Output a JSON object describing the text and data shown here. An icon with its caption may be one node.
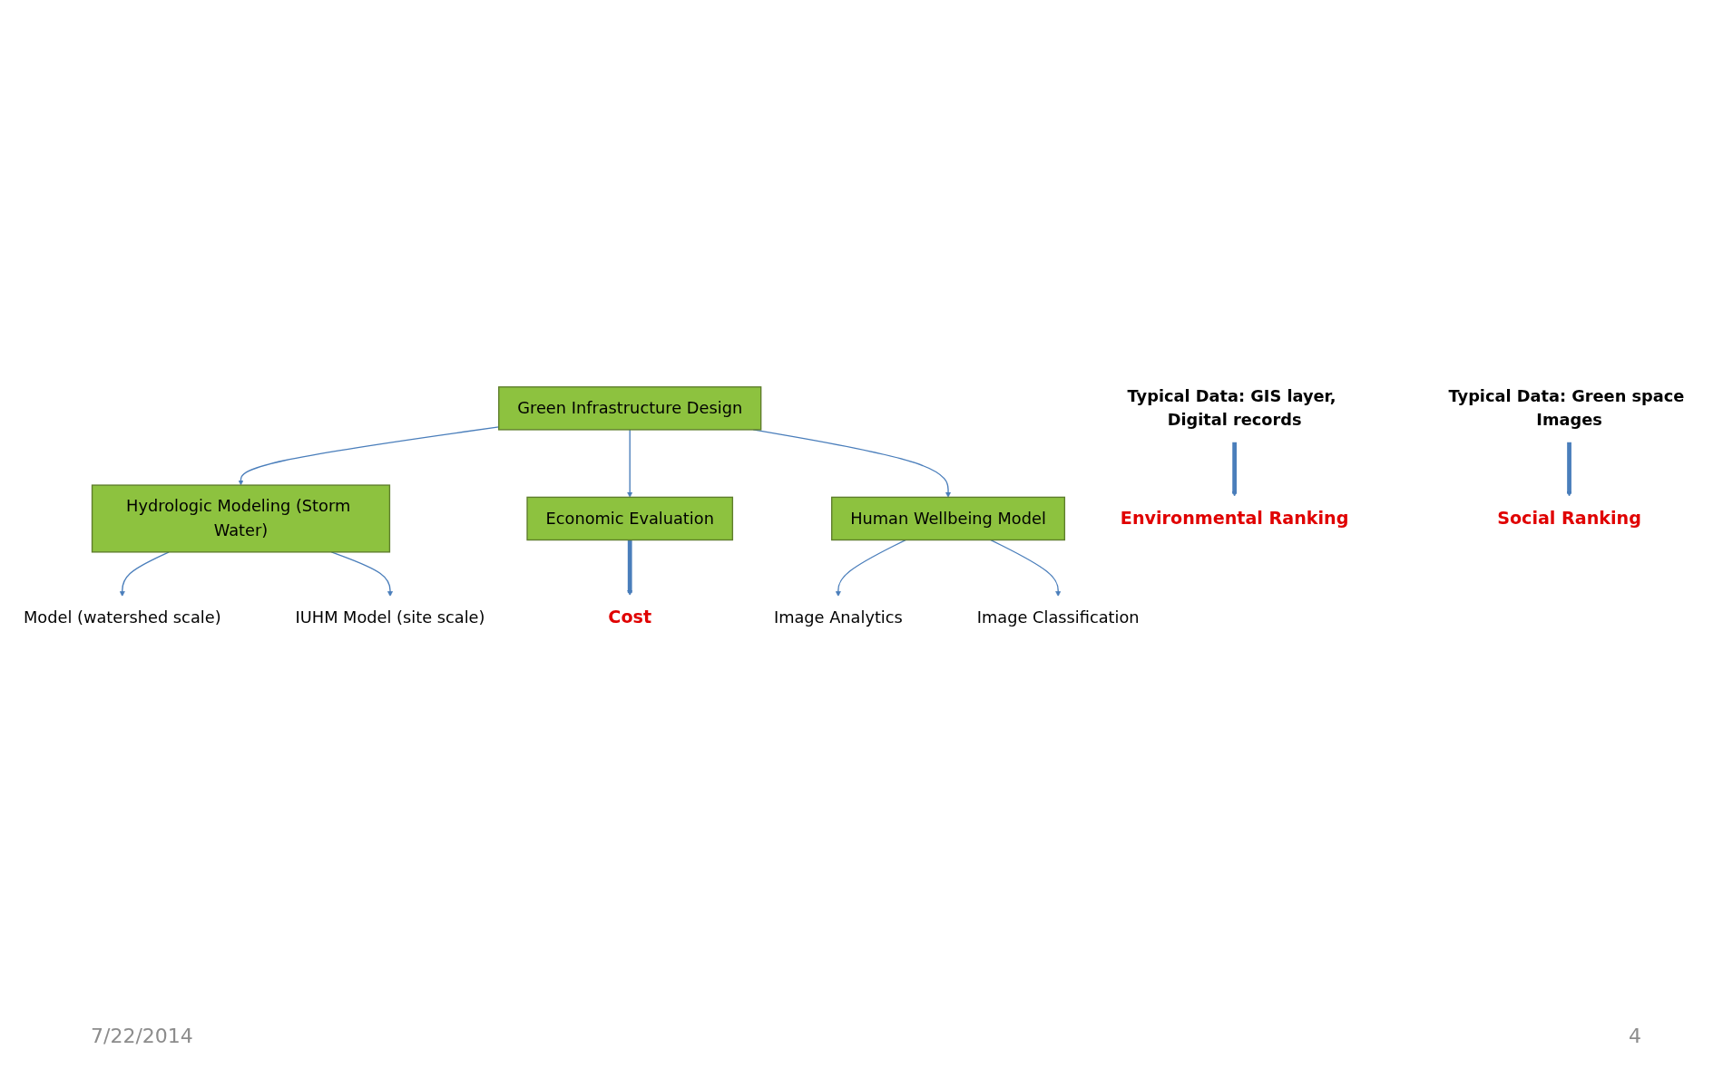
{
  "diagram": {
    "nodes": [
      {
        "text": [
          "Green Infrastructure Design"
        ]
      },
      {
        "text": [
          "Hydrologic Modeling (Storm Water)"
        ]
      },
      {
        "text": [
          "Economic Evaluation"
        ]
      },
      {
        "text": [
          "Human Wellbeing Model"
        ]
      },
      {
        "text": [
          "Model (watershed scale)"
        ]
      },
      {
        "text": [
          "IUHM Model (site scale)"
        ]
      },
      {
        "text": [
          "Image Analytics"
        ]
      },
      {
        "text": [
          "Image Classification"
        ]
      },
      {
        "text": [
          "Typical Data: GIS layer, Digital records"
        ]
      },
      {
        "text": [
          "Environmental Ranking"
        ]
      },
      {
        "text": [
          "Cost"
        ]
      },
      {
        "text": [
          "Typical Data: Green space Images"
        ]
      },
      {
        "text": [
          "Social Ranking"
        ]
      }
    ],
    "edges": [
      {
        "from": 0,
        "to": 1,
        "arrow": "to"
      },
      {
        "from": 0,
        "to": 2,
        "arrow": "to"
      },
      {
        "from": 0,
        "to": 3,
        "arrow": "to"
      },
      {
        "from": 1,
        "to": 4,
        "arrow": "to"
      },
      {
        "from": 1,
        "to": 5,
        "arrow": "to"
      },
      {
        "from": 3,
        "to": 6,
        "arrow": "to"
      },
      {
        "from": 3,
        "to": 7,
        "arrow": "to"
      },
      {
        "from": 8,
        "to": 9,
        "arrow": "to",
        "style": "thick"
      },
      {
        "from": 2,
        "to": 10,
        "arrow": "to",
        "style": "thick"
      },
      {
        "from": 11,
        "to": 12,
        "arrow": "to",
        "style": "thick"
      }
    ],
    "labels": [
      "7/22/2014",
      "4"
    ]
  }
}
